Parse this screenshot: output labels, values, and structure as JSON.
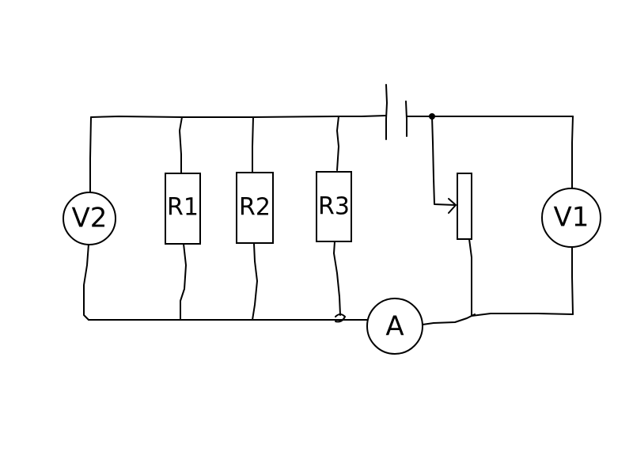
{
  "diagram": {
    "components": {
      "r1": {
        "label": "R1"
      },
      "r2": {
        "label": "R2"
      },
      "r3": {
        "label": "R3"
      },
      "v1": {
        "label": "V1"
      },
      "v2": {
        "label": "V2"
      },
      "ammeter": {
        "label": "A"
      }
    }
  }
}
